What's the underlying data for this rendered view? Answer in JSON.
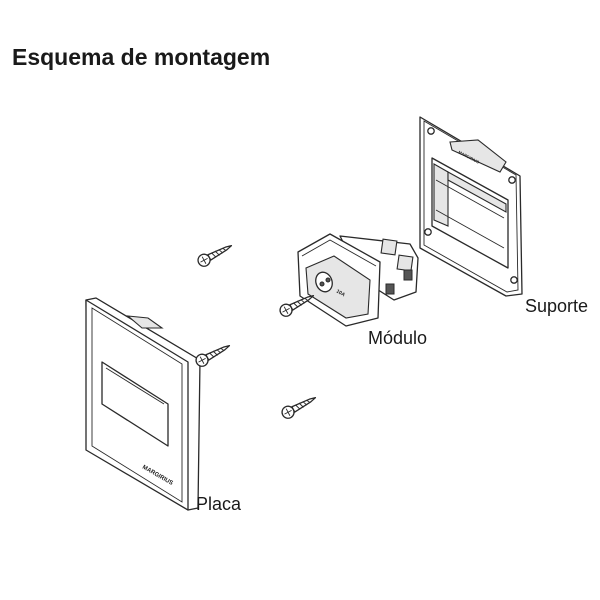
{
  "title": "Esquema de montagem",
  "labels": {
    "placa": "Placa",
    "modulo": "Módulo",
    "suporte": "Suporte"
  },
  "brand_text": "MARGIRIUS",
  "icons": [
    "screw-icon"
  ]
}
